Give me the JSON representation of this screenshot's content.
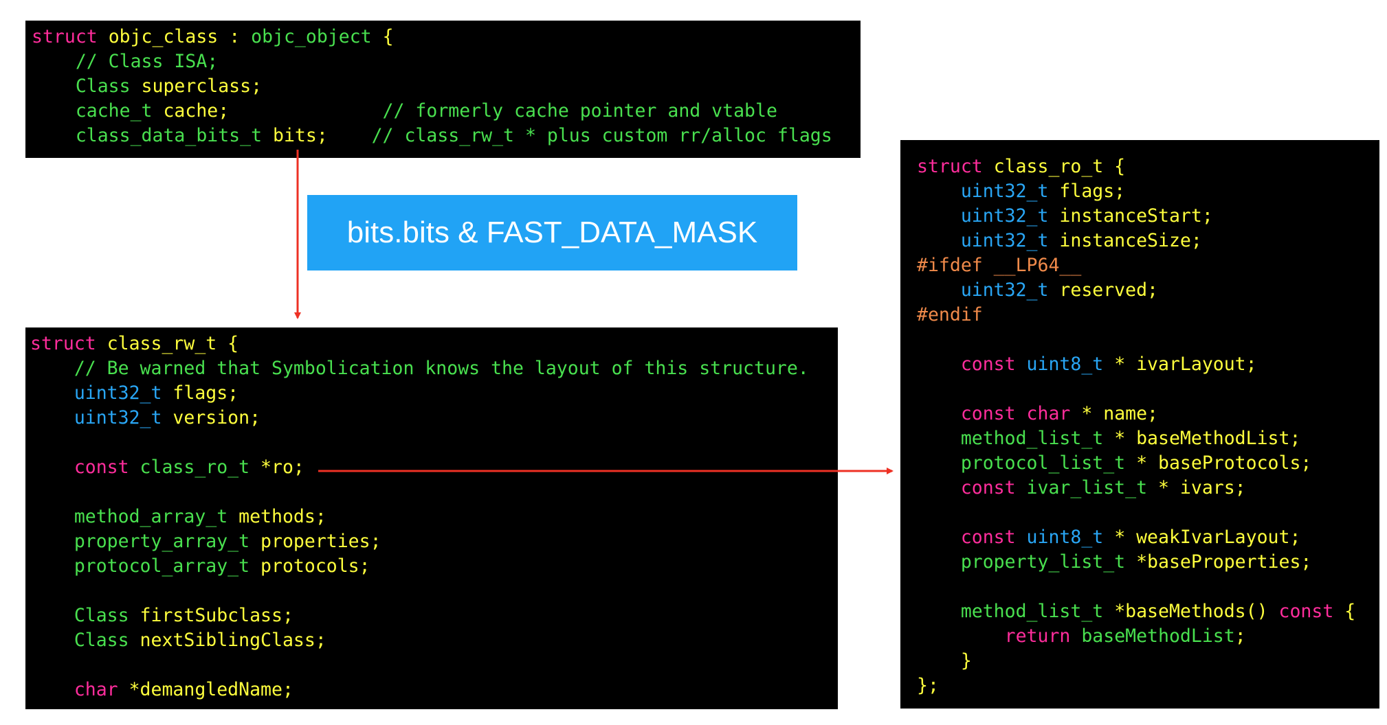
{
  "colors": {
    "pink": "#ff2d9c",
    "yellow": "#ffff3d",
    "green": "#49e04f",
    "blue": "#29a6f5",
    "orange": "#f08a4a",
    "arrow": "#ee3124",
    "label_bg": "#21a3f5"
  },
  "mask_label": "bits.bits & FAST_DATA_MASK",
  "objc_class_block": [
    [
      [
        "pink",
        "struct"
      ],
      [
        "yellow",
        " objc_class "
      ],
      [
        "yellow",
        ":"
      ],
      [
        "green",
        " objc_object "
      ],
      [
        "yellow",
        "{"
      ]
    ],
    [
      [
        "green",
        "    // Class ISA;"
      ]
    ],
    [
      [
        "green",
        "    Class"
      ],
      [
        "yellow",
        " superclass;"
      ]
    ],
    [
      [
        "green",
        "    cache_t"
      ],
      [
        "yellow",
        " cache;"
      ],
      [
        "green",
        "              // formerly cache pointer and vtable"
      ]
    ],
    [
      [
        "green",
        "    class_data_bits_t"
      ],
      [
        "yellow",
        " bits;"
      ],
      [
        "green",
        "    // class_rw_t * plus custom rr/alloc flags"
      ]
    ]
  ],
  "class_rw_block": [
    [
      [
        "pink",
        "struct"
      ],
      [
        "yellow",
        " class_rw_t {"
      ]
    ],
    [
      [
        "green",
        "    // Be warned that Symbolication knows the layout of this structure."
      ]
    ],
    [
      [
        "blue",
        "    uint32_t"
      ],
      [
        "yellow",
        " flags;"
      ]
    ],
    [
      [
        "blue",
        "    uint32_t"
      ],
      [
        "yellow",
        " version;"
      ]
    ],
    [],
    [
      [
        "pink",
        "    const"
      ],
      [
        "green",
        " class_ro_t"
      ],
      [
        "yellow",
        " *ro;"
      ]
    ],
    [],
    [
      [
        "green",
        "    method_array_t"
      ],
      [
        "yellow",
        " methods;"
      ]
    ],
    [
      [
        "green",
        "    property_array_t"
      ],
      [
        "yellow",
        " properties;"
      ]
    ],
    [
      [
        "green",
        "    protocol_array_t"
      ],
      [
        "yellow",
        " protocols;"
      ]
    ],
    [],
    [
      [
        "green",
        "    Class"
      ],
      [
        "yellow",
        " firstSubclass;"
      ]
    ],
    [
      [
        "green",
        "    Class"
      ],
      [
        "yellow",
        " nextSiblingClass;"
      ]
    ],
    [],
    [
      [
        "pink",
        "    char"
      ],
      [
        "yellow",
        " *demangledName;"
      ]
    ]
  ],
  "class_ro_block": [
    [
      [
        "pink",
        "struct"
      ],
      [
        "yellow",
        " class_ro_t {"
      ]
    ],
    [
      [
        "blue",
        "    uint32_t"
      ],
      [
        "yellow",
        " flags;"
      ]
    ],
    [
      [
        "blue",
        "    uint32_t"
      ],
      [
        "yellow",
        " instanceStart;"
      ]
    ],
    [
      [
        "blue",
        "    uint32_t"
      ],
      [
        "yellow",
        " instanceSize;"
      ]
    ],
    [
      [
        "orange",
        "#ifdef __LP64__"
      ]
    ],
    [
      [
        "blue",
        "    uint32_t"
      ],
      [
        "yellow",
        " reserved;"
      ]
    ],
    [
      [
        "orange",
        "#endif"
      ]
    ],
    [],
    [
      [
        "pink",
        "    const"
      ],
      [
        "blue",
        " uint8_t"
      ],
      [
        "yellow",
        " * ivarLayout;"
      ]
    ],
    [],
    [
      [
        "pink",
        "    const"
      ],
      [
        "pink",
        " char"
      ],
      [
        "yellow",
        " * name;"
      ]
    ],
    [
      [
        "green",
        "    method_list_t"
      ],
      [
        "yellow",
        " * baseMethodList;"
      ]
    ],
    [
      [
        "green",
        "    protocol_list_t"
      ],
      [
        "yellow",
        " * baseProtocols;"
      ]
    ],
    [
      [
        "pink",
        "    const"
      ],
      [
        "green",
        " ivar_list_t"
      ],
      [
        "yellow",
        " * ivars;"
      ]
    ],
    [],
    [
      [
        "pink",
        "    const"
      ],
      [
        "blue",
        " uint8_t"
      ],
      [
        "yellow",
        " * weakIvarLayout;"
      ]
    ],
    [
      [
        "green",
        "    property_list_t"
      ],
      [
        "yellow",
        " *baseProperties;"
      ]
    ],
    [],
    [
      [
        "green",
        "    method_list_t"
      ],
      [
        "yellow",
        " *baseMethods() "
      ],
      [
        "pink",
        "const"
      ],
      [
        "yellow",
        " {"
      ]
    ],
    [
      [
        "pink",
        "        return"
      ],
      [
        "green",
        " baseMethodList"
      ],
      [
        "yellow",
        ";"
      ]
    ],
    [
      [
        "yellow",
        "    }"
      ]
    ],
    [
      [
        "yellow",
        "};"
      ]
    ]
  ]
}
